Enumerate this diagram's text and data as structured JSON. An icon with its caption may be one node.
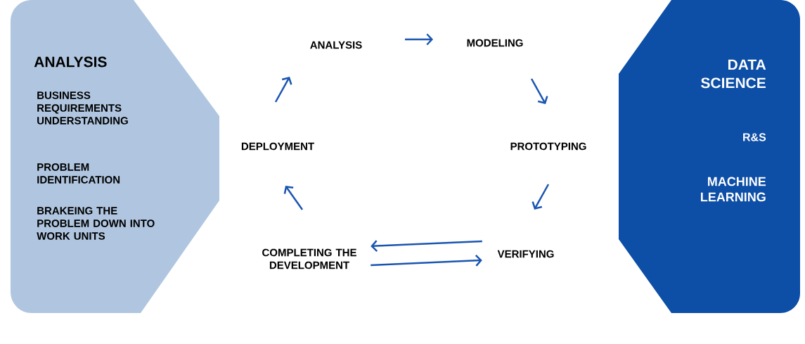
{
  "diagram": {
    "nodes": [
      {
        "text": [
          "ANALYSIS",
          "BUSINESS REQUIREMENTS UNDERSTANDING",
          "PROBLEM IDENTIFICATION",
          "BRAKEING THE PROBLEM DOWN INTO WORK UNITS"
        ]
      },
      {
        "text": [
          "DATA SCIENCE",
          "R&S",
          "MACHINE LEARNING"
        ]
      },
      {
        "text": [
          "ANALYSIS"
        ]
      },
      {
        "text": [
          "MODELING"
        ]
      },
      {
        "text": [
          "PROTOTYPING"
        ]
      },
      {
        "text": [
          "VERIFYING"
        ]
      },
      {
        "text": [
          "COMPLETING THE DEVELOPMENT"
        ]
      },
      {
        "text": [
          "DEPLOYMENT"
        ]
      }
    ],
    "edges": [
      {
        "from": 2,
        "to": 3,
        "arrow": "to"
      },
      {
        "from": 3,
        "to": 4,
        "arrow": "to"
      },
      {
        "from": 4,
        "to": 5,
        "arrow": "to"
      },
      {
        "from": 6,
        "to": 5,
        "arrow": "to"
      },
      {
        "from": 5,
        "to": 6,
        "arrow": "to"
      },
      {
        "from": 6,
        "to": 7,
        "arrow": "to"
      },
      {
        "from": 7,
        "to": 2,
        "arrow": "to"
      }
    ]
  }
}
